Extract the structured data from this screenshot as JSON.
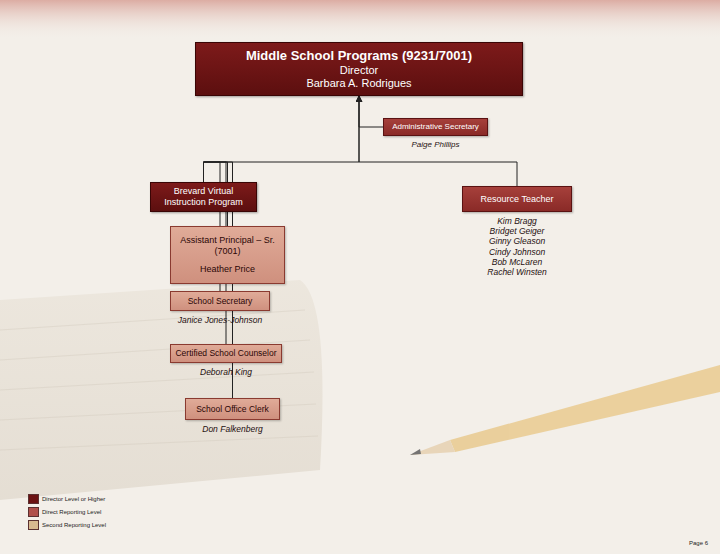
{
  "diagram": {
    "nodes": [
      {
        "text": [
          "Middle School Programs (9231/7001)",
          "Director",
          "Barbara A. Rodrigues"
        ]
      },
      {
        "text": [
          "Administrative Secretary",
          "Paige Phillips"
        ]
      },
      {
        "text": [
          "Brevard Virtual Instruction Program"
        ]
      },
      {
        "text": [
          "Resource Teacher",
          "Kim Bragg",
          "Bridget Geiger",
          "Ginny Gleason",
          "Cindy Johnson",
          "Bob McLaren",
          "Rachel Winsten"
        ]
      },
      {
        "text": [
          "Assistant Principal – Sr. (7001)",
          "Heather Price"
        ]
      },
      {
        "text": [
          "School Secretary",
          "Janice Jones-Johnson"
        ]
      },
      {
        "text": [
          "Certified School Counselor",
          "Deborah King"
        ]
      },
      {
        "text": [
          "School Office Clerk",
          "Don Falkenberg"
        ]
      }
    ],
    "edges": [
      {
        "from": 1,
        "to": 0,
        "arrow": "to"
      },
      {
        "from": 2,
        "to": 0,
        "arrow": "to"
      },
      {
        "from": 3,
        "to": 0,
        "arrow": "to"
      },
      {
        "from": 2,
        "to": 4,
        "arrow": "none"
      },
      {
        "from": 2,
        "to": 5,
        "arrow": "none"
      },
      {
        "from": 2,
        "to": 6,
        "arrow": "none"
      },
      {
        "from": 2,
        "to": 7,
        "arrow": "none"
      }
    ],
    "labels": [
      "Page 6"
    ],
    "legend": [
      {
        "text": "Director Level or Higher",
        "color": "#6b1212"
      },
      {
        "text": "Direct Reporting Level",
        "color": "#b0504a"
      },
      {
        "text": "Second Reporting Level",
        "color": "#d8b98f"
      }
    ]
  }
}
